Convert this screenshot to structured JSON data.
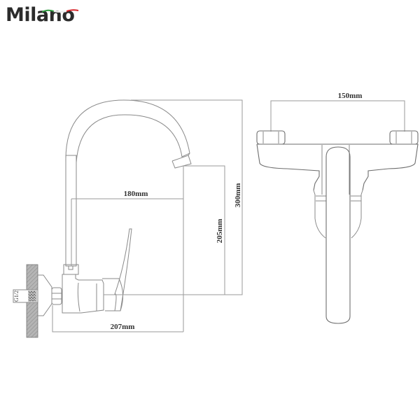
{
  "brand": {
    "name": "Milano",
    "flag_colors": [
      "#2e9b3e",
      "#ffffff",
      "#d7262b"
    ]
  },
  "side_view": {
    "dimensions": {
      "spout_reach": "180mm",
      "spout_height": "205mm",
      "total_height": "300mm",
      "wall_projection": "207mm"
    },
    "pipe_label": "G1/2"
  },
  "front_view": {
    "dimensions": {
      "connection_centers": "150mm"
    }
  },
  "colors": {
    "line": "#8a8a8a",
    "text": "#333333",
    "wall_hatch": "#9b9b9b"
  }
}
